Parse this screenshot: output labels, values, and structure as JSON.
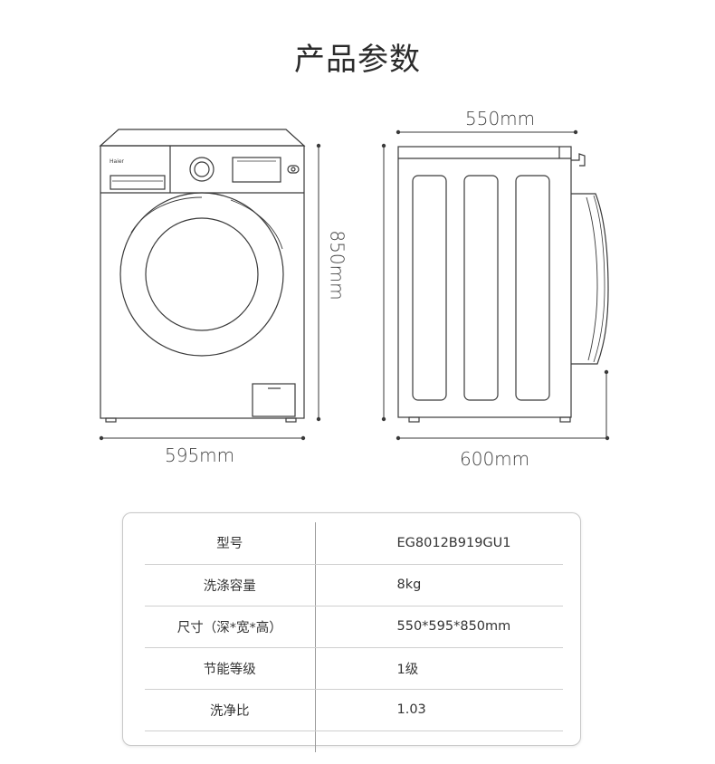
{
  "title": "产品参数",
  "diagram": {
    "brand_logo": "Haier",
    "dimensions": {
      "front_width": "595mm",
      "height": "850mm",
      "side_depth_top": "550mm",
      "side_depth_bottom": "600mm"
    }
  },
  "specs": [
    {
      "key": "型号",
      "value": "EG8012B919GU1"
    },
    {
      "key": "洗涤容量",
      "value": "8kg"
    },
    {
      "key": "尺寸（深*宽*高）",
      "value": "550*595*850mm"
    },
    {
      "key": "节能等级",
      "value": "1级"
    },
    {
      "key": "洗净比",
      "value": "1.03"
    }
  ]
}
